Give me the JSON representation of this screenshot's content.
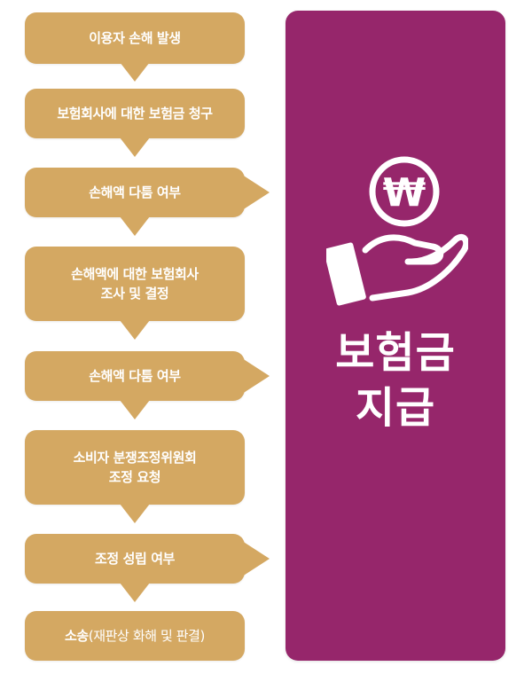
{
  "steps": [
    {
      "lines": [
        "이용자 손해 발생"
      ],
      "branch": false
    },
    {
      "lines": [
        "보험회사에 대한 보험금 청구"
      ],
      "branch": false
    },
    {
      "lines": [
        "손해액 다툼 여부"
      ],
      "branch": true
    },
    {
      "lines": [
        "손해액에 대한 보험회사",
        "조사 및 결정"
      ],
      "branch": false
    },
    {
      "lines": [
        "손해액 다툼 여부"
      ],
      "branch": true
    },
    {
      "lines": [
        "소비자 분쟁조정위원회",
        "조정 요청"
      ],
      "branch": false
    },
    {
      "lines": [
        "조정 성립 여부"
      ],
      "branch": true
    },
    {
      "lines": [
        "소송",
        "(재판상 화해 및 판결)"
      ],
      "branch": false
    }
  ],
  "panel": {
    "title_line1": "보험금",
    "title_line2": "지급",
    "icon": "hand-holding-won-coin-icon",
    "icon_symbol": "₩"
  },
  "colors": {
    "step_fill": "#d4a862",
    "panel_fill": "#96266b",
    "text": "#ffffff"
  }
}
